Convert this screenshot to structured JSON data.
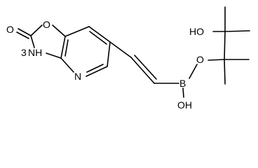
{
  "molecule": {
    "atom_labels": {
      "carbonyl_o": "O",
      "ring_o": "O",
      "nh": "NH",
      "nh_3": "3",
      "pyridine_n": "N",
      "boron": "B",
      "b_oh": "OH",
      "b_o": "O",
      "pinacol_ho": "HO"
    },
    "colors": {
      "ink": "#000000",
      "background": "#ffffff"
    }
  }
}
